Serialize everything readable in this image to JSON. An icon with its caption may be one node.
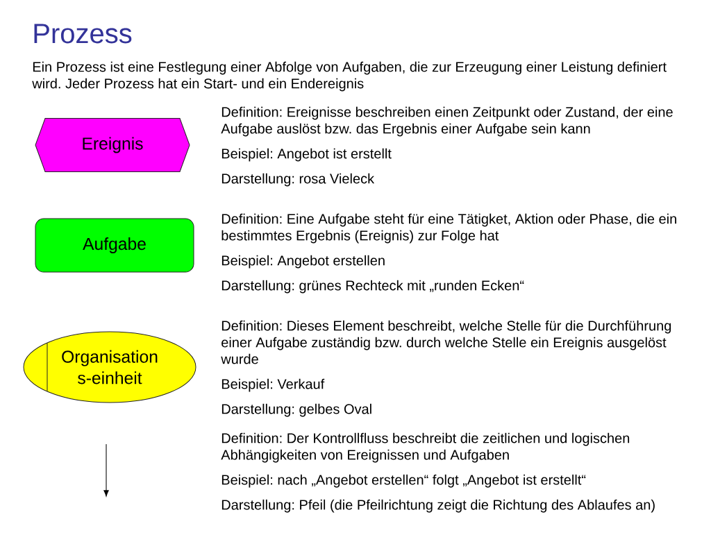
{
  "diagram": {
    "title": "Prozess",
    "nodes": [
      {
        "text": [
          "Ereignis"
        ],
        "beside": [
          "Definition: Ereignisse beschreiben einen Zeitpunkt oder Zustand, der eine Aufgabe auslöst bzw. das Ergebnis einer Aufgabe sein kann",
          "Beispiel: Angebot ist erstellt",
          "Darstellung: rosa Vieleck"
        ]
      },
      {
        "text": [
          "Aufgabe"
        ],
        "beside": [
          "Definition: Eine Aufgabe steht für eine Tätigket, Aktion oder Phase, die ein bestimmtes Ergebnis (Ereignis) zur Folge hat",
          "Beispiel: Angebot erstellen",
          "Darstellung: grünes Rechteck mit „runden Ecken“"
        ]
      },
      {
        "text": [
          "Organisation s-einheit"
        ],
        "beside": [
          "Definition: Dieses Element beschreibt, welche Stelle für die Durchführung einer Aufgabe zuständig bzw. durch welche Stelle ein Ereignis ausgelöst wurde",
          "Beispiel: Verkauf",
          "Darstellung: gelbes Oval"
        ]
      }
    ],
    "labels": [
      "Ein Prozess ist eine Festlegung einer Abfolge von Aufgaben, die zur Erzeugung einer Leistung definiert wird. Jeder Prozess hat ein Start- und ein Endereignis",
      "Definition: Der Kontrollfluss beschreibt die zeitlichen und logischen Abhängigkeiten von Ereignissen und Aufgaben",
      "Beispiel: nach „Angebot erstellen“ folgt „Angebot ist erstellt“",
      "Darstellung: Pfeil (die Pfeilrichtung zeigt die Richtung des Ablaufes an)"
    ]
  }
}
